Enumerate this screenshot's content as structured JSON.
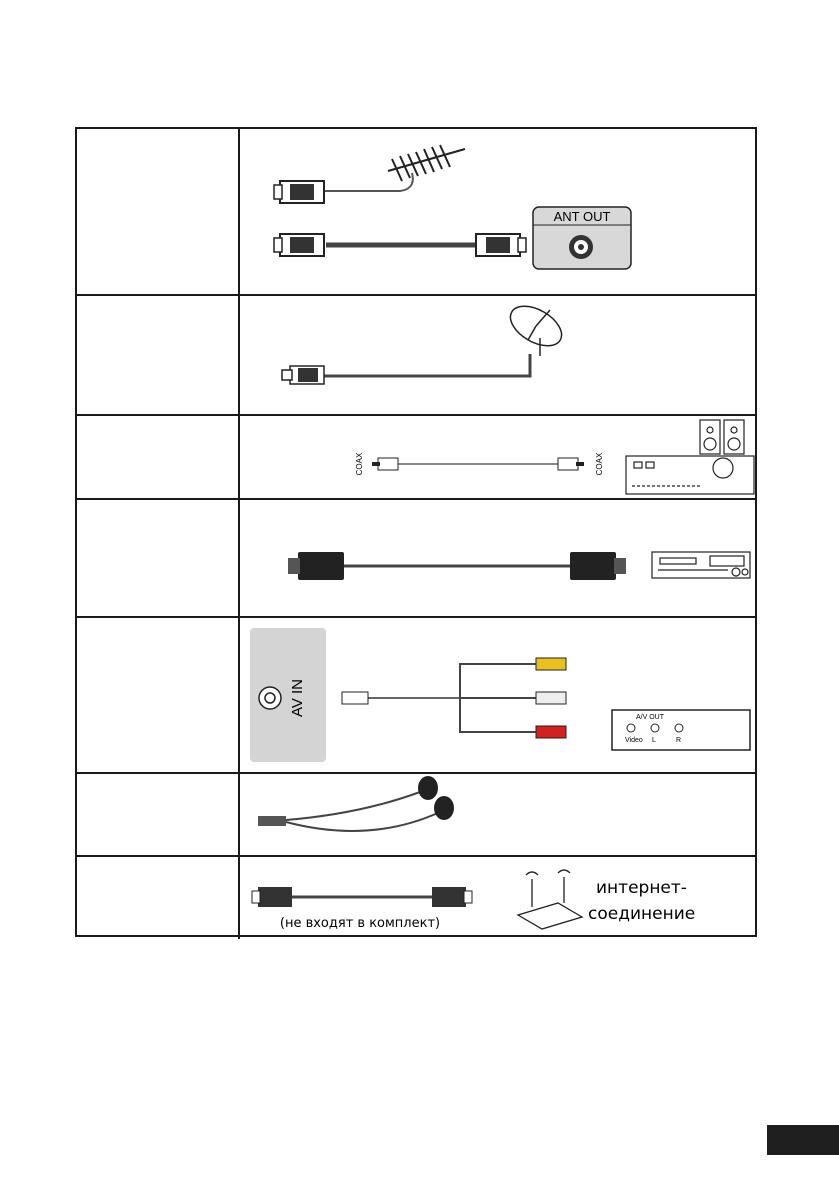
{
  "rows": [
    {
      "id": "antenna",
      "labels": {
        "ant_out": "ANT OUT"
      }
    },
    {
      "id": "satellite"
    },
    {
      "id": "coax",
      "labels": {
        "coax_left": "COAX",
        "coax_right": "COAX"
      }
    },
    {
      "id": "hdmi"
    },
    {
      "id": "av",
      "labels": {
        "av_in": "AV IN",
        "av_out": "A/V OUT",
        "video": "Video",
        "left": "L",
        "right": "R"
      }
    },
    {
      "id": "headphones"
    },
    {
      "id": "lan",
      "labels": {
        "not_included": "(не входят в комплект)",
        "internet_line1": "интернет-",
        "internet_line2": "соединение"
      }
    }
  ]
}
